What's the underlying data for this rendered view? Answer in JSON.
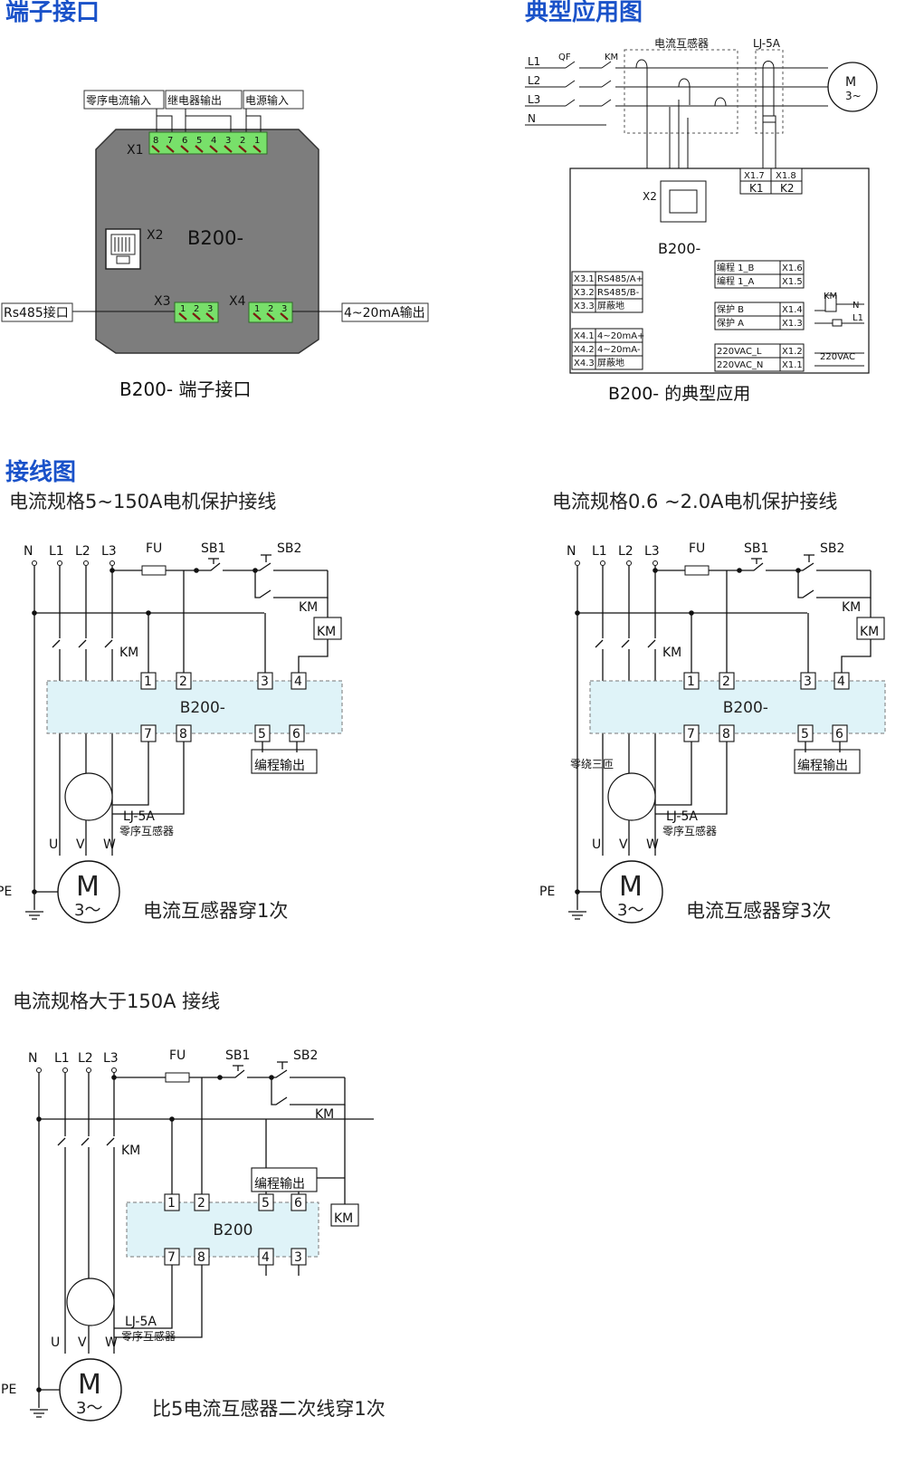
{
  "sections": {
    "terminal_title": "端子接口",
    "application_title": "典型应用图",
    "wiring_title": "接线图"
  },
  "terminal": {
    "caption": "B200- 端子接口",
    "device": "B200-",
    "groups": [
      "零序电流输入",
      "继电器输出",
      "电源输入"
    ],
    "x1": "X1",
    "x1_pins": [
      "8",
      "7",
      "6",
      "5",
      "4",
      "3",
      "2",
      "1"
    ],
    "x2": "X2",
    "x3": "X3",
    "x4": "X4",
    "x3_pins": [
      "1",
      "2",
      "3"
    ],
    "x4_pins": [
      "1",
      "2",
      "3"
    ],
    "left_port": "Rs485接口",
    "right_port": "4~20mA输出"
  },
  "application": {
    "caption": "B200- 的典型应用",
    "device": "B200-",
    "lines": [
      "L1",
      "L2",
      "L3",
      "N"
    ],
    "qf": "QF",
    "km": "KM",
    "ct_label": "电流互感器",
    "lj": "LJ-5A",
    "motor": "M",
    "motor_sub": "3~",
    "x2": "X2",
    "k_top": [
      "X1.7",
      "X1.8"
    ],
    "k_bot": [
      "K1",
      "K2"
    ],
    "rs485_rows": [
      [
        "X3.1",
        "RS485/A+"
      ],
      [
        "X3.2",
        "RS485/B-"
      ],
      [
        "X3.3",
        "屏蔽地"
      ]
    ],
    "ma_rows": [
      [
        "X4.1",
        "4~20mA+"
      ],
      [
        "X4.2",
        "4~20mA-"
      ],
      [
        "X4.3",
        "屏蔽地"
      ]
    ],
    "prog_rows": [
      [
        "编程 1_B",
        "X1.6"
      ],
      [
        "编程 1_A",
        "X1.5"
      ]
    ],
    "prot_rows": [
      [
        "保护 B",
        "X1.4"
      ],
      [
        "保护 A",
        "X1.3"
      ]
    ],
    "pwr_rows": [
      [
        "220VAC_L",
        "X1.2"
      ],
      [
        "220VAC_N",
        "X1.1"
      ]
    ],
    "km_label": "KM",
    "n": "N",
    "l1": "L1",
    "vac": "220VAC"
  },
  "wiring1": {
    "title": "电流规格5~150A电机保护接线",
    "footer": "电流互感器穿1次",
    "device": "B200-",
    "prog": "编程输出",
    "lj": "LJ-5A",
    "ct": "零序互感器",
    "fu": "FU",
    "sb1": "SB1",
    "sb2": "SB2",
    "km": "KM",
    "n": "N",
    "l": [
      "L1",
      "L2",
      "L3"
    ],
    "uvw": [
      "U",
      "V",
      "W"
    ],
    "pe": "PE",
    "m": "M",
    "m_sub": "3～",
    "top_pins": [
      "1",
      "2",
      "3",
      "4"
    ],
    "bot_pins": [
      "7",
      "8",
      "5",
      "6"
    ]
  },
  "wiring2": {
    "title": "电流规格0.6 ~2.0A电机保护接线",
    "footer": "电流互感器穿3次",
    "device": "B200-",
    "prog": "编程输出",
    "lj": "LJ-5A",
    "ct": "零序互感器",
    "wind": "零绕三匝",
    "fu": "FU",
    "sb1": "SB1",
    "sb2": "SB2",
    "km": "KM",
    "n": "N",
    "l": [
      "L1",
      "L2",
      "L3"
    ],
    "uvw": [
      "U",
      "V",
      "W"
    ],
    "pe": "PE",
    "m": "M",
    "m_sub": "3～",
    "top_pins": [
      "1",
      "2",
      "3",
      "4"
    ],
    "bot_pins": [
      "7",
      "8",
      "5",
      "6"
    ]
  },
  "wiring3": {
    "title": "电流规格大于150A 接线",
    "footer": "比5电流互感器二次线穿1次",
    "device": "B200",
    "prog": "编程输出",
    "lj": "LJ-5A",
    "ct": "零序互感器",
    "fu": "FU",
    "sb1": "SB1",
    "sb2": "SB2",
    "km": "KM",
    "n": "N",
    "l": [
      "L1",
      "L2",
      "L3"
    ],
    "uvw": [
      "U",
      "V",
      "W"
    ],
    "pe": "PE",
    "m": "M",
    "m_sub": "3～",
    "top_pins": [
      "1",
      "2",
      "5",
      "6"
    ],
    "bot_pins": [
      "7",
      "8",
      "4",
      "3"
    ]
  }
}
